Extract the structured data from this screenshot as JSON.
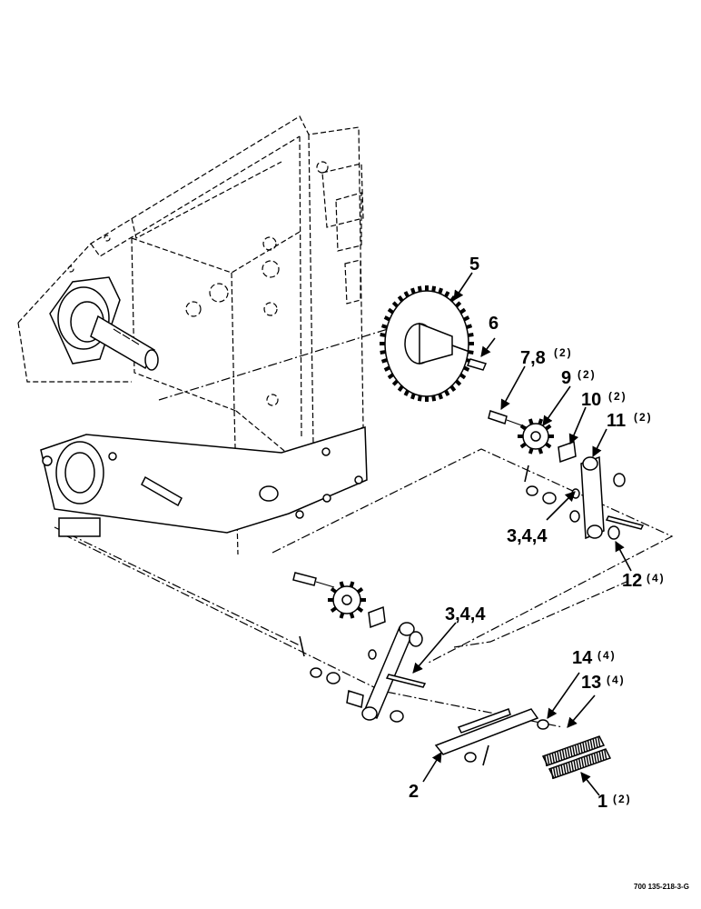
{
  "diagram": {
    "callouts": [
      {
        "id": "c5",
        "number": "5",
        "qty": ""
      },
      {
        "id": "c6",
        "number": "6",
        "qty": ""
      },
      {
        "id": "c78",
        "number": "7,8",
        "qty": "(2)"
      },
      {
        "id": "c9",
        "number": "9",
        "qty": "(2)"
      },
      {
        "id": "c10",
        "number": "10",
        "qty": "(2)"
      },
      {
        "id": "c11",
        "number": "11",
        "qty": "(2)"
      },
      {
        "id": "c344a",
        "number": "3,4,4",
        "qty": ""
      },
      {
        "id": "c12",
        "number": "12",
        "qty": "(4)"
      },
      {
        "id": "c344b",
        "number": "3,4,4",
        "qty": ""
      },
      {
        "id": "c14",
        "number": "14",
        "qty": "(4)"
      },
      {
        "id": "c13",
        "number": "13",
        "qty": "(4)"
      },
      {
        "id": "c2",
        "number": "2",
        "qty": ""
      },
      {
        "id": "c1",
        "number": "1",
        "qty": "(2)"
      }
    ],
    "reference_code": "700 135-218-3-G"
  }
}
